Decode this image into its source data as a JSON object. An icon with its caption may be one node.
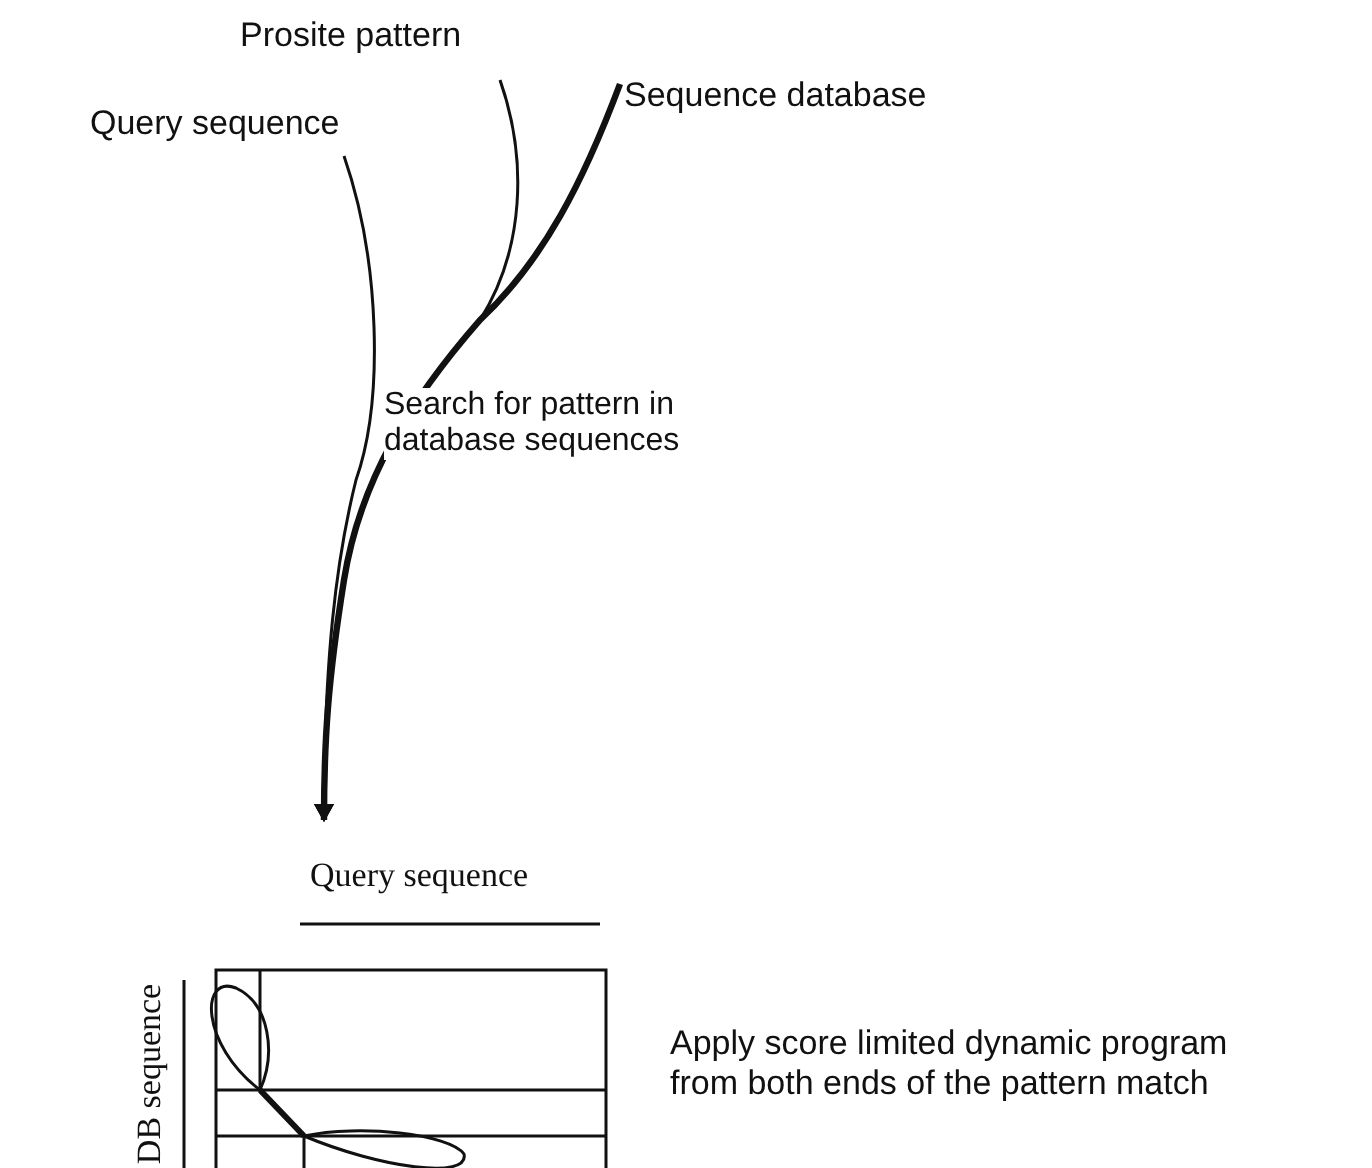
{
  "diagram": {
    "nodes": [
      {
        "text": [
          "Query sequence"
        ]
      },
      {
        "text": [
          "Prosite pattern"
        ]
      },
      {
        "text": [
          "Sequence database"
        ]
      },
      {
        "text": [],
        "shape": "picture",
        "beside": [
          "Query sequence",
          "DB sequence"
        ]
      }
    ],
    "edges": [
      {
        "from": 0,
        "to": 3,
        "arrow": "to"
      },
      {
        "from": 1,
        "to": 3,
        "arrow": "to"
      },
      {
        "from": 2,
        "to": 3,
        "arrow": "to",
        "label": "Search for pattern in database sequences",
        "style": "thick"
      }
    ],
    "labels": [
      "Apply score limited dynamic program from both ends of the pattern match"
    ]
  }
}
